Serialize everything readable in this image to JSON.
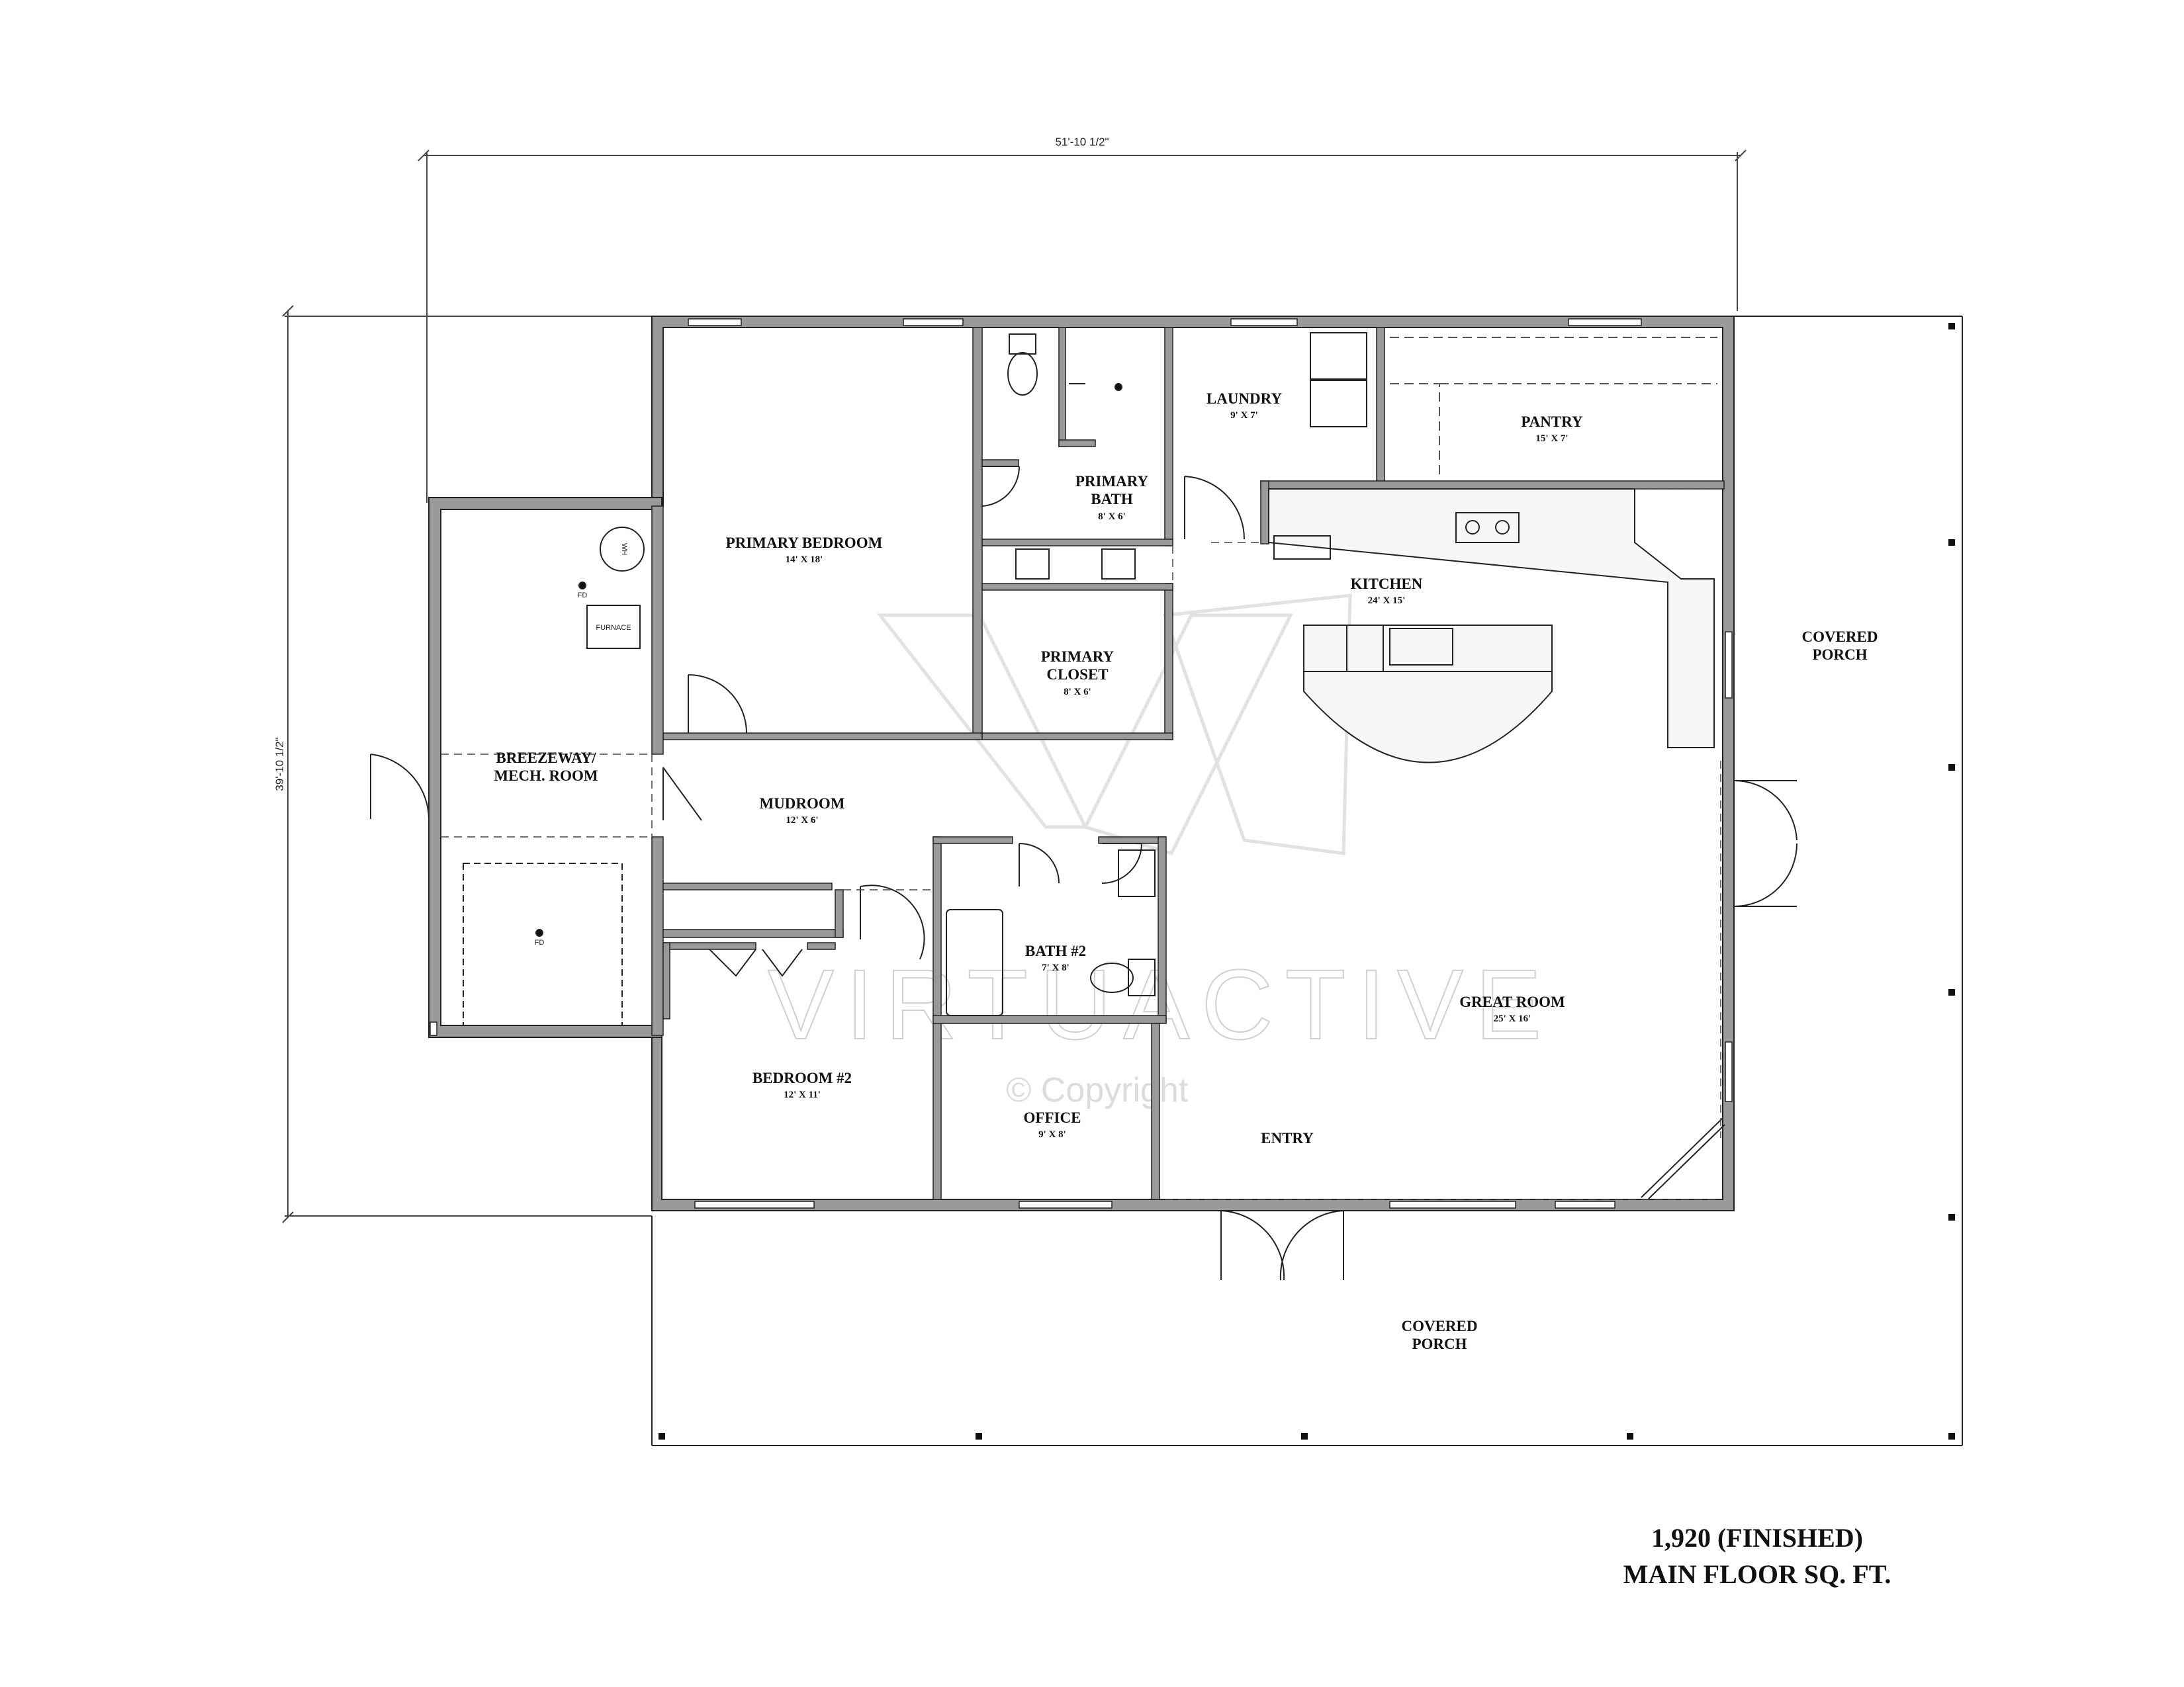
{
  "dimensions": {
    "width": "51'-10 1/2\"",
    "depth": "39'-10 1/2\""
  },
  "rooms": {
    "primary_bedroom": {
      "name": "PRIMARY BEDROOM",
      "size": "14' X 18'"
    },
    "primary_bath": {
      "name_line1": "PRIMARY",
      "name_line2": "BATH",
      "size": "8' X 6'"
    },
    "laundry": {
      "name": "LAUNDRY",
      "size": "9' X 7'"
    },
    "pantry": {
      "name": "PANTRY",
      "size": "15' X 7'"
    },
    "kitchen": {
      "name": "KITCHEN",
      "size": "24' X 15'"
    },
    "primary_closet": {
      "name_line1": "PRIMARY",
      "name_line2": "CLOSET",
      "size": "8' X 6'"
    },
    "breezeway": {
      "name_line1": "BREEZEWAY/",
      "name_line2": "MECH. ROOM"
    },
    "mudroom": {
      "name": "MUDROOM",
      "size": "12' X 6'"
    },
    "bath2": {
      "name": "BATH #2",
      "size": "7' X 8'"
    },
    "great_room": {
      "name": "GREAT ROOM",
      "size": "25' X 16'"
    },
    "bedroom2": {
      "name": "BEDROOM #2",
      "size": "12' X 11'"
    },
    "office": {
      "name": "OFFICE",
      "size": "9' X 8'"
    },
    "entry": {
      "name": "ENTRY"
    },
    "covered_porch_east": {
      "line1": "COVERED",
      "line2": "PORCH"
    },
    "covered_porch_south": {
      "line1": "COVERED",
      "line2": "PORCH"
    }
  },
  "fixtures": {
    "water_heater": "WH",
    "furnace": "FURNACE",
    "floor_drain": "FD"
  },
  "watermark": {
    "brand": "VIRTUACTIVE",
    "copyright": "© Copyright"
  },
  "footer": {
    "line1": "1,920 (FINISHED)",
    "line2": "MAIN FLOOR SQ. FT."
  }
}
